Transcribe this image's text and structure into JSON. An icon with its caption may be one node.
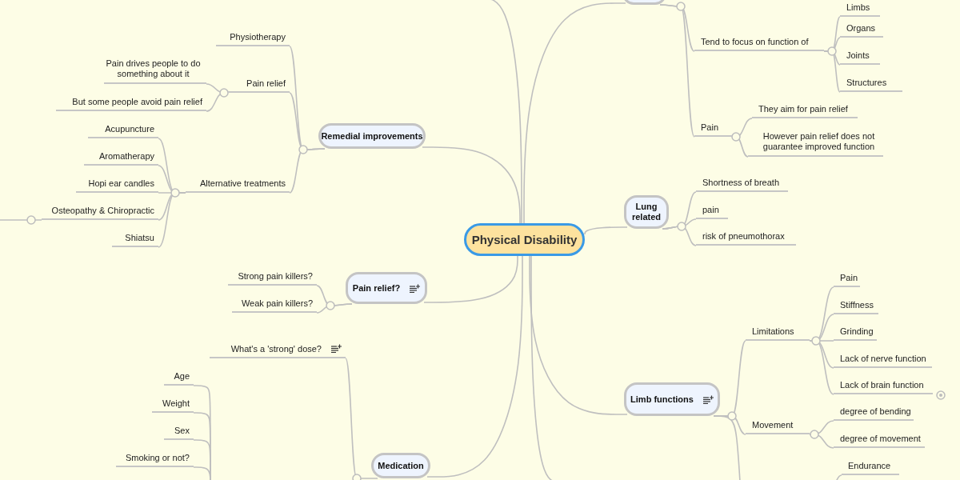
{
  "diagram": {
    "nodes": [
      {
        "text": [
          "Physical Disability"
        ]
      },
      {
        "text": [],
        "shape": "box"
      },
      {
        "text": [
          "Tend to focus on function of"
        ]
      },
      {
        "text": [
          "Limbs"
        ]
      },
      {
        "text": [
          "Organs"
        ]
      },
      {
        "text": [
          "Joints"
        ]
      },
      {
        "text": [
          "Structures"
        ]
      },
      {
        "text": [
          "Pain"
        ]
      },
      {
        "text": [
          "They aim for pain relief"
        ]
      },
      {
        "text": [
          "However pain relief does not guarantee improved function"
        ]
      },
      {
        "text": [
          "Lung related"
        ]
      },
      {
        "text": [
          "Shortness of breath"
        ]
      },
      {
        "text": [
          "pain"
        ]
      },
      {
        "text": [
          "risk of pneumothorax"
        ]
      },
      {
        "text": [
          "Limb functions"
        ]
      },
      {
        "text": [
          "Limitations"
        ]
      },
      {
        "text": [
          "Pain"
        ]
      },
      {
        "text": [
          "Stiffness"
        ]
      },
      {
        "text": [
          "Grinding"
        ]
      },
      {
        "text": [
          "Lack of nerve function"
        ]
      },
      {
        "text": [
          "Lack of brain function"
        ]
      },
      {
        "text": [
          "Movement"
        ]
      },
      {
        "text": [
          "degree of bending"
        ]
      },
      {
        "text": [
          "degree of movement"
        ]
      },
      {
        "text": [
          "Endurance"
        ]
      },
      {
        "text": [
          "Remedial improvements"
        ]
      },
      {
        "text": [
          "Physiotherapy"
        ]
      },
      {
        "text": [
          "Pain relief"
        ]
      },
      {
        "text": [
          "Pain drives people to do something about it"
        ]
      },
      {
        "text": [
          "But some people avoid pain relief"
        ]
      },
      {
        "text": [
          "Alternative treatments"
        ]
      },
      {
        "text": [
          "Acupuncture"
        ]
      },
      {
        "text": [
          "Aromatherapy"
        ]
      },
      {
        "text": [
          "Hopi ear candles"
        ]
      },
      {
        "text": [
          "Osteopathy & Chiropractic"
        ]
      },
      {
        "text": [
          "Shiatsu"
        ]
      },
      {
        "text": [
          "Pain relief?"
        ]
      },
      {
        "text": [
          "Strong pain killers?"
        ]
      },
      {
        "text": [
          "Weak pain killers?"
        ]
      },
      {
        "text": [
          "Medication"
        ]
      },
      {
        "text": [
          "What's a 'strong' dose?"
        ]
      },
      {
        "text": [
          "Age"
        ]
      },
      {
        "text": [
          "Weight"
        ]
      },
      {
        "text": [
          "Sex"
        ]
      },
      {
        "text": [
          "Smoking or not?"
        ]
      }
    ],
    "edges": [
      {
        "from": 0,
        "to": 1,
        "arrow": "none"
      },
      {
        "from": 0,
        "to": 10,
        "arrow": "none"
      },
      {
        "from": 0,
        "to": 14,
        "arrow": "none"
      },
      {
        "from": 0,
        "to": 25,
        "arrow": "none"
      },
      {
        "from": 0,
        "to": 36,
        "arrow": "none"
      },
      {
        "from": 0,
        "to": 39,
        "arrow": "none"
      },
      {
        "from": 0,
        "to": null,
        "arrow": "none"
      },
      {
        "from": 0,
        "to": null,
        "arrow": "none"
      },
      {
        "from": 1,
        "to": 2,
        "arrow": "none"
      },
      {
        "from": 1,
        "to": 7,
        "arrow": "none"
      },
      {
        "from": 2,
        "to": 3,
        "arrow": "none"
      },
      {
        "from": 2,
        "to": 4,
        "arrow": "none"
      },
      {
        "from": 2,
        "to": 5,
        "arrow": "none"
      },
      {
        "from": 2,
        "to": 6,
        "arrow": "none"
      },
      {
        "from": 7,
        "to": 8,
        "arrow": "none"
      },
      {
        "from": 7,
        "to": 9,
        "arrow": "none"
      },
      {
        "from": 10,
        "to": 11,
        "arrow": "none"
      },
      {
        "from": 10,
        "to": 12,
        "arrow": "none"
      },
      {
        "from": 10,
        "to": 13,
        "arrow": "none"
      },
      {
        "from": 14,
        "to": 15,
        "arrow": "none"
      },
      {
        "from": 14,
        "to": 21,
        "arrow": "none"
      },
      {
        "from": 14,
        "to": null,
        "arrow": "none"
      },
      {
        "from": 15,
        "to": 16,
        "arrow": "none"
      },
      {
        "from": 15,
        "to": 17,
        "arrow": "none"
      },
      {
        "from": 15,
        "to": 18,
        "arrow": "none"
      },
      {
        "from": 15,
        "to": 19,
        "arrow": "none"
      },
      {
        "from": 15,
        "to": 20,
        "arrow": "none"
      },
      {
        "from": 21,
        "to": 22,
        "arrow": "none"
      },
      {
        "from": 21,
        "to": 23,
        "arrow": "none"
      },
      {
        "from": null,
        "to": 24,
        "arrow": "none"
      },
      {
        "from": 25,
        "to": 26,
        "arrow": "none"
      },
      {
        "from": 25,
        "to": 27,
        "arrow": "none"
      },
      {
        "from": 25,
        "to": 30,
        "arrow": "none"
      },
      {
        "from": 27,
        "to": 28,
        "arrow": "none"
      },
      {
        "from": 27,
        "to": 29,
        "arrow": "none"
      },
      {
        "from": 30,
        "to": 31,
        "arrow": "none"
      },
      {
        "from": 30,
        "to": 32,
        "arrow": "none"
      },
      {
        "from": 30,
        "to": 33,
        "arrow": "none"
      },
      {
        "from": 30,
        "to": 34,
        "arrow": "none"
      },
      {
        "from": 30,
        "to": 35,
        "arrow": "none"
      },
      {
        "from": 34,
        "to": null,
        "arrow": "none"
      },
      {
        "from": 36,
        "to": 37,
        "arrow": "none"
      },
      {
        "from": 36,
        "to": 38,
        "arrow": "none"
      },
      {
        "from": 39,
        "to": 40,
        "arrow": "none"
      },
      {
        "from": null,
        "to": 41,
        "arrow": "none"
      },
      {
        "from": null,
        "to": 42,
        "arrow": "none"
      },
      {
        "from": null,
        "to": 43,
        "arrow": "none"
      },
      {
        "from": null,
        "to": 44,
        "arrow": "none"
      }
    ]
  }
}
